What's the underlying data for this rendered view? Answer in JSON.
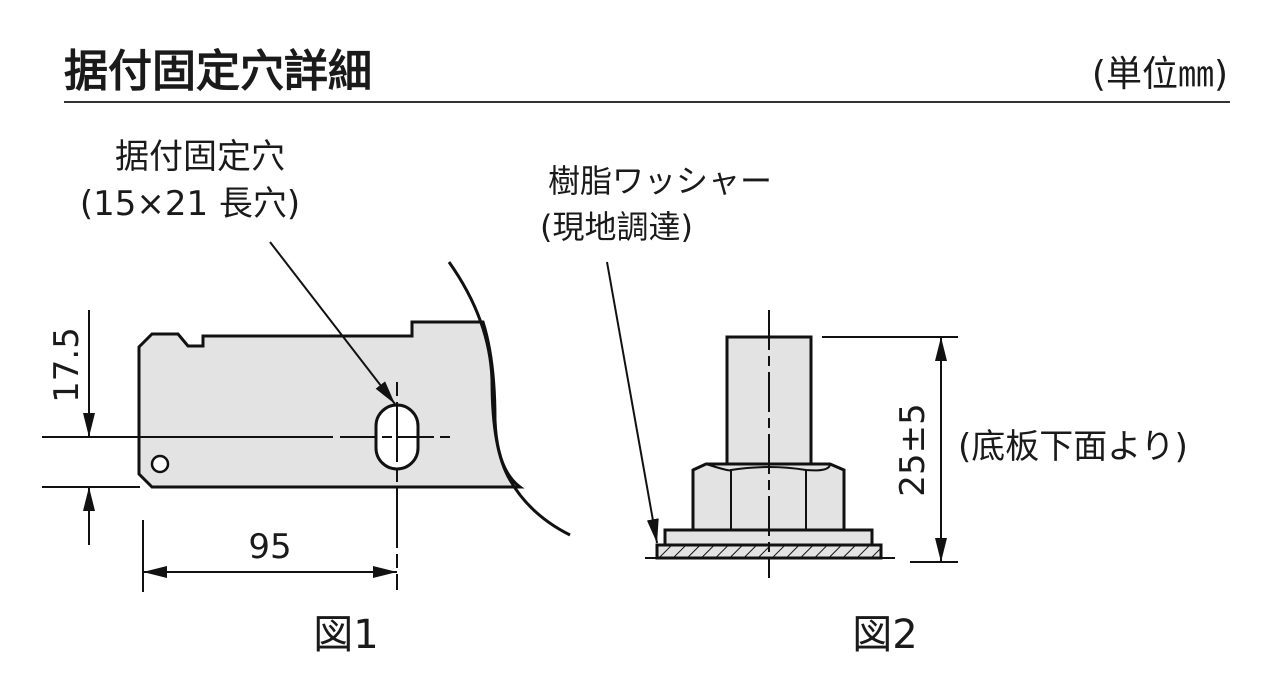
{
  "title": "据付固定穴詳細",
  "unit": "(単位㎜)",
  "figure1": {
    "label_line1": "据付固定穴",
    "label_line2": "(15×21 長穴)",
    "dim_vertical": "17.5",
    "dim_horizontal": "95",
    "caption": "図1"
  },
  "figure2": {
    "label_line1": "樹脂ワッシャー",
    "label_line2": "(現地調達)",
    "dim_vertical": "25±5",
    "note": "(底板下面より)",
    "caption": "図2"
  },
  "colors": {
    "part_fill": "#e3e3e3",
    "line": "#111111"
  }
}
